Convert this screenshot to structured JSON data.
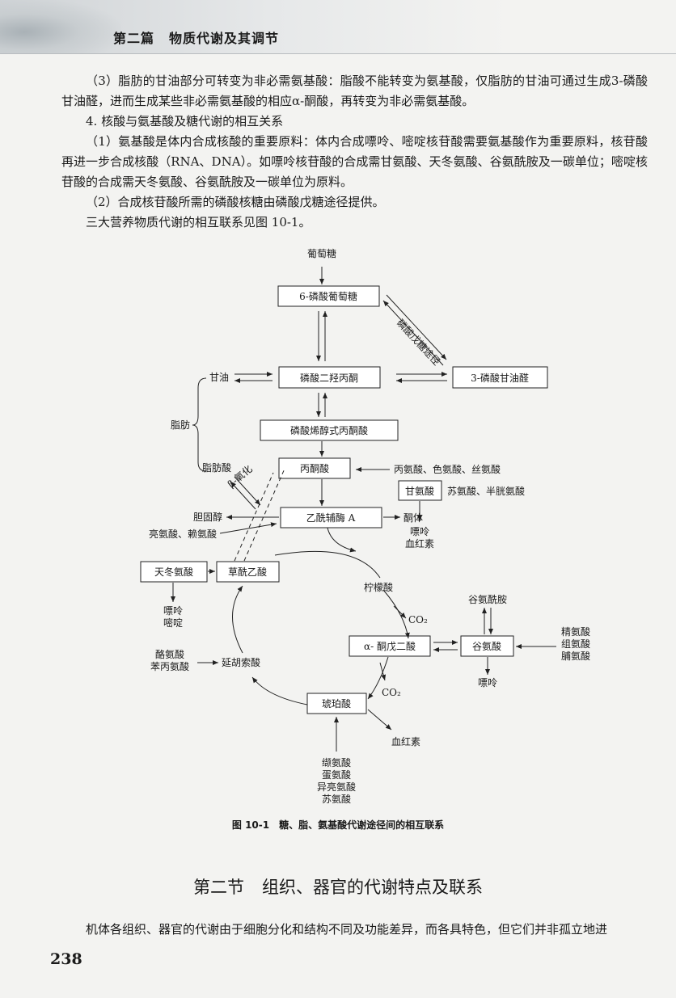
{
  "header": {
    "part": "第二篇",
    "part_title": "物质代谢及其调节"
  },
  "paragraphs": [
    "（3）脂肪的甘油部分可转变为非必需氨基酸：脂酸不能转变为氨基酸，仅脂肪的甘油可通过生成3-磷酸甘油醛，进而生成某些非必需氨基酸的相应α-酮酸，再转变为非必需氨基酸。",
    "4. 核酸与氨基酸及糖代谢的相互关系",
    "（1）氨基酸是体内合成核酸的重要原料：体内合成嘌呤、嘧啶核苷酸需要氨基酸作为重要原料，核苷酸再进一步合成核酸（RNA、DNA）。如嘌呤核苷酸的合成需甘氨酸、天冬氨酸、谷氨酰胺及一碳单位；嘧啶核苷酸的合成需天冬氨酸、谷氨酰胺及一碳单位为原料。",
    "（2）合成核苷酸所需的磷酸核糖由磷酸戊糖途径提供。",
    "三大营养物质代谢的相互联系见图 10-1。"
  ],
  "diagram": {
    "glucose": "葡萄糖",
    "g6p": "6-磷酸葡萄糖",
    "ppp": "磷酸戊糖途径",
    "dhap": "磷酸二羟丙酮",
    "g3p": "3-磷酸甘油醛",
    "glycerol": "甘油",
    "fat": "脂肪",
    "pep": "磷酸烯醇式丙酮酸",
    "fatty_acid": "脂肪酸",
    "beta_ox": "β-氧化",
    "pyruvate": "丙酮酸",
    "pyr_aa": "丙氨酸、色氨酸、丝氨酸",
    "glycine": "甘氨酸",
    "gly_aa": "苏氨酸、半胱氨酸",
    "purine_heme_1": "嘌呤",
    "purine_heme_2": "血红素",
    "cholesterol": "胆固醇",
    "acetyl_coa": "乙酰辅酶 A",
    "ketone": "酮体",
    "leu_lys": "亮氨酸、赖氨酸",
    "asp": "天冬氨酸",
    "oaa": "草酰乙酸",
    "asp_out_1": "嘌呤",
    "asp_out_2": "嘧啶",
    "citrate": "柠檬酸",
    "co2_1": "CO₂",
    "gln": "谷氨酰胺",
    "arg_group": [
      "精氨酸",
      "组氨酸",
      "脯氨酸"
    ],
    "akg": "α- 酮戊二酸",
    "glu": "谷氨酸",
    "glu_out": "嘌呤",
    "tyr_phe": [
      "酪氨酸",
      "苯丙氨酸"
    ],
    "fumarate": "延胡索酸",
    "co2_2": "CO₂",
    "succinate": "琥珀酸",
    "heme": "血红素",
    "succ_aa": [
      "缬氨酸",
      "蛋氨酸",
      "异亮氨酸",
      "苏氨酸"
    ]
  },
  "caption": "图 10-1　糖、脂、氨基酸代谢途径间的相互联系",
  "section": {
    "num": "第二节",
    "title": "组织、器官的代谢特点及联系"
  },
  "last_paragraph": "机体各组织、器官的代谢由于细胞分化和结构不同及功能差异，而各具特色，但它们并非孤立地进",
  "page_number": "238"
}
